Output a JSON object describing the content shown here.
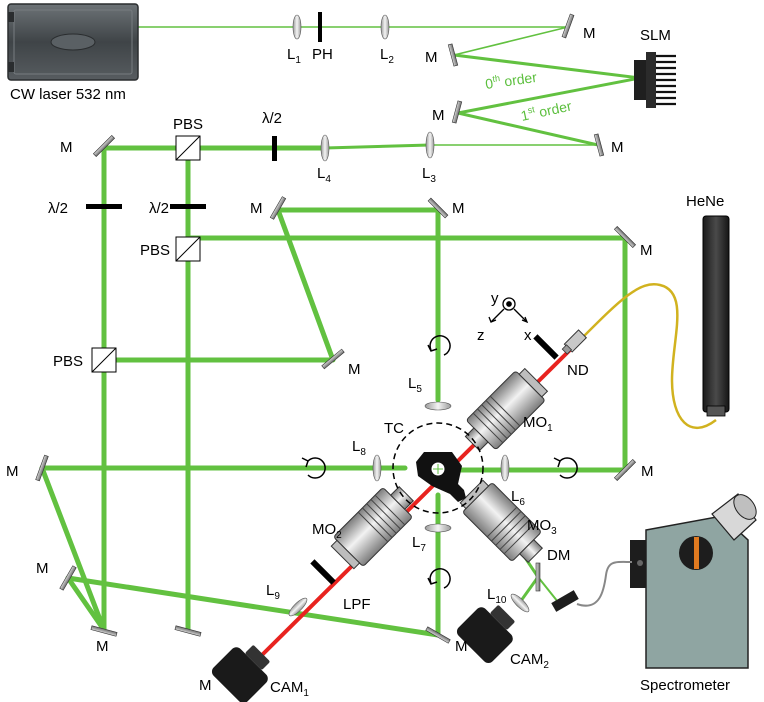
{
  "labels": {
    "laser": "CW laser 532 nm",
    "L": "L",
    "PH": "PH",
    "M": "M",
    "SLM": "SLM",
    "order0_num": "0",
    "order0_sup": "th",
    "order0_word": " order",
    "order1_num": "1",
    "order1_sup": "st",
    "order1_word": " order",
    "PBS": "PBS",
    "half_wave": "λ/2",
    "HeNe": "HeNe",
    "ND": "ND",
    "MO": "MO",
    "TC": "TC",
    "LPF": "LPF",
    "DM": "DM",
    "CAM": "CAM",
    "spectrometer": "Spectrometer",
    "axis_x": "x",
    "axis_y": "y",
    "axis_z": "z",
    "sub_1": "1",
    "sub_2": "2",
    "sub_3": "3",
    "sub_4": "4",
    "sub_5": "5",
    "sub_6": "6",
    "sub_7": "7",
    "sub_8": "8",
    "sub_9": "9",
    "sub_10": "10"
  },
  "colors": {
    "green_beam": "#62c140",
    "red_beam": "#e8231f",
    "fiber": "#d1b21f",
    "spectrometer_body": "#8fa5a2",
    "laser_body": "#4e5356"
  }
}
